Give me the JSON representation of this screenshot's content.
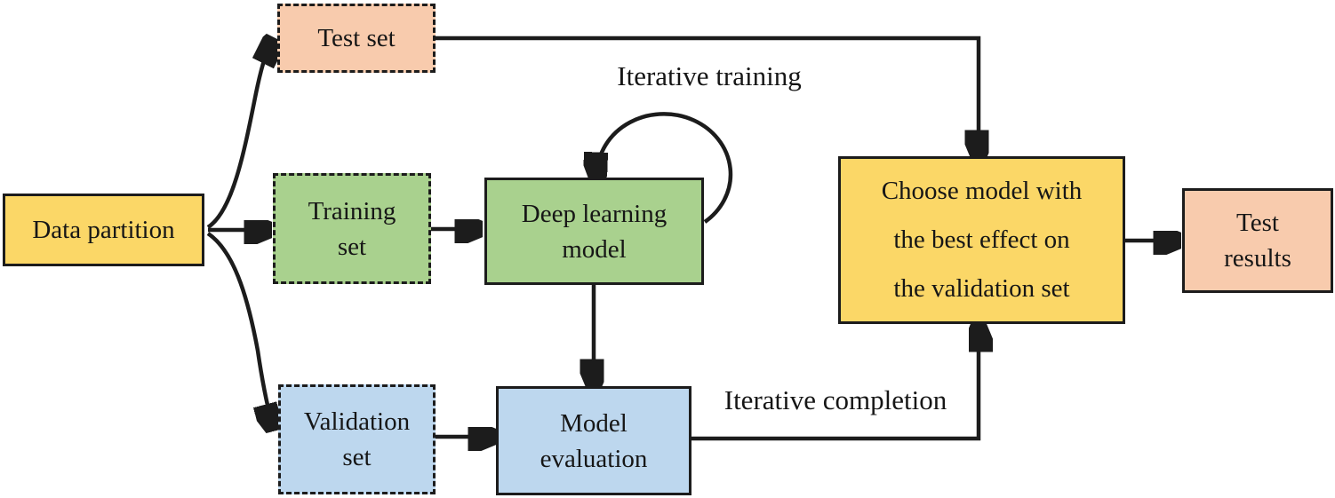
{
  "diagram": {
    "colors": {
      "line": "#1c1c1c",
      "node_border": "#1c1c1c",
      "yellow": "#fbd767",
      "green": "#a9d18e",
      "blue": "#bdd7ee",
      "peach": "#f8cbad"
    },
    "nodes": {
      "data_partition": {
        "label": "Data partition",
        "fill": "#fbd767",
        "border_style": "solid"
      },
      "test_set": {
        "label": "Test set",
        "fill": "#f8cbad",
        "border_style": "dashed"
      },
      "training_set": {
        "label": "Training\nset",
        "fill": "#a9d18e",
        "border_style": "dashed"
      },
      "deep_learning_model": {
        "label": "Deep learning\nmodel",
        "fill": "#a9d18e",
        "border_style": "solid"
      },
      "validation_set": {
        "label": "Validation\nset",
        "fill": "#bdd7ee",
        "border_style": "dashed"
      },
      "model_evaluation": {
        "label": "Model\nevaluation",
        "fill": "#bdd7ee",
        "border_style": "solid"
      },
      "choose_model": {
        "label": "Choose model with\nthe best effect on\nthe validation set",
        "fill": "#fbd767",
        "border_style": "solid"
      },
      "test_results": {
        "label": "Test\nresults",
        "fill": "#f8cbad",
        "border_style": "solid"
      }
    },
    "edge_labels": {
      "iterative_training": "Iterative training",
      "iterative_completion": "Iterative completion"
    }
  }
}
